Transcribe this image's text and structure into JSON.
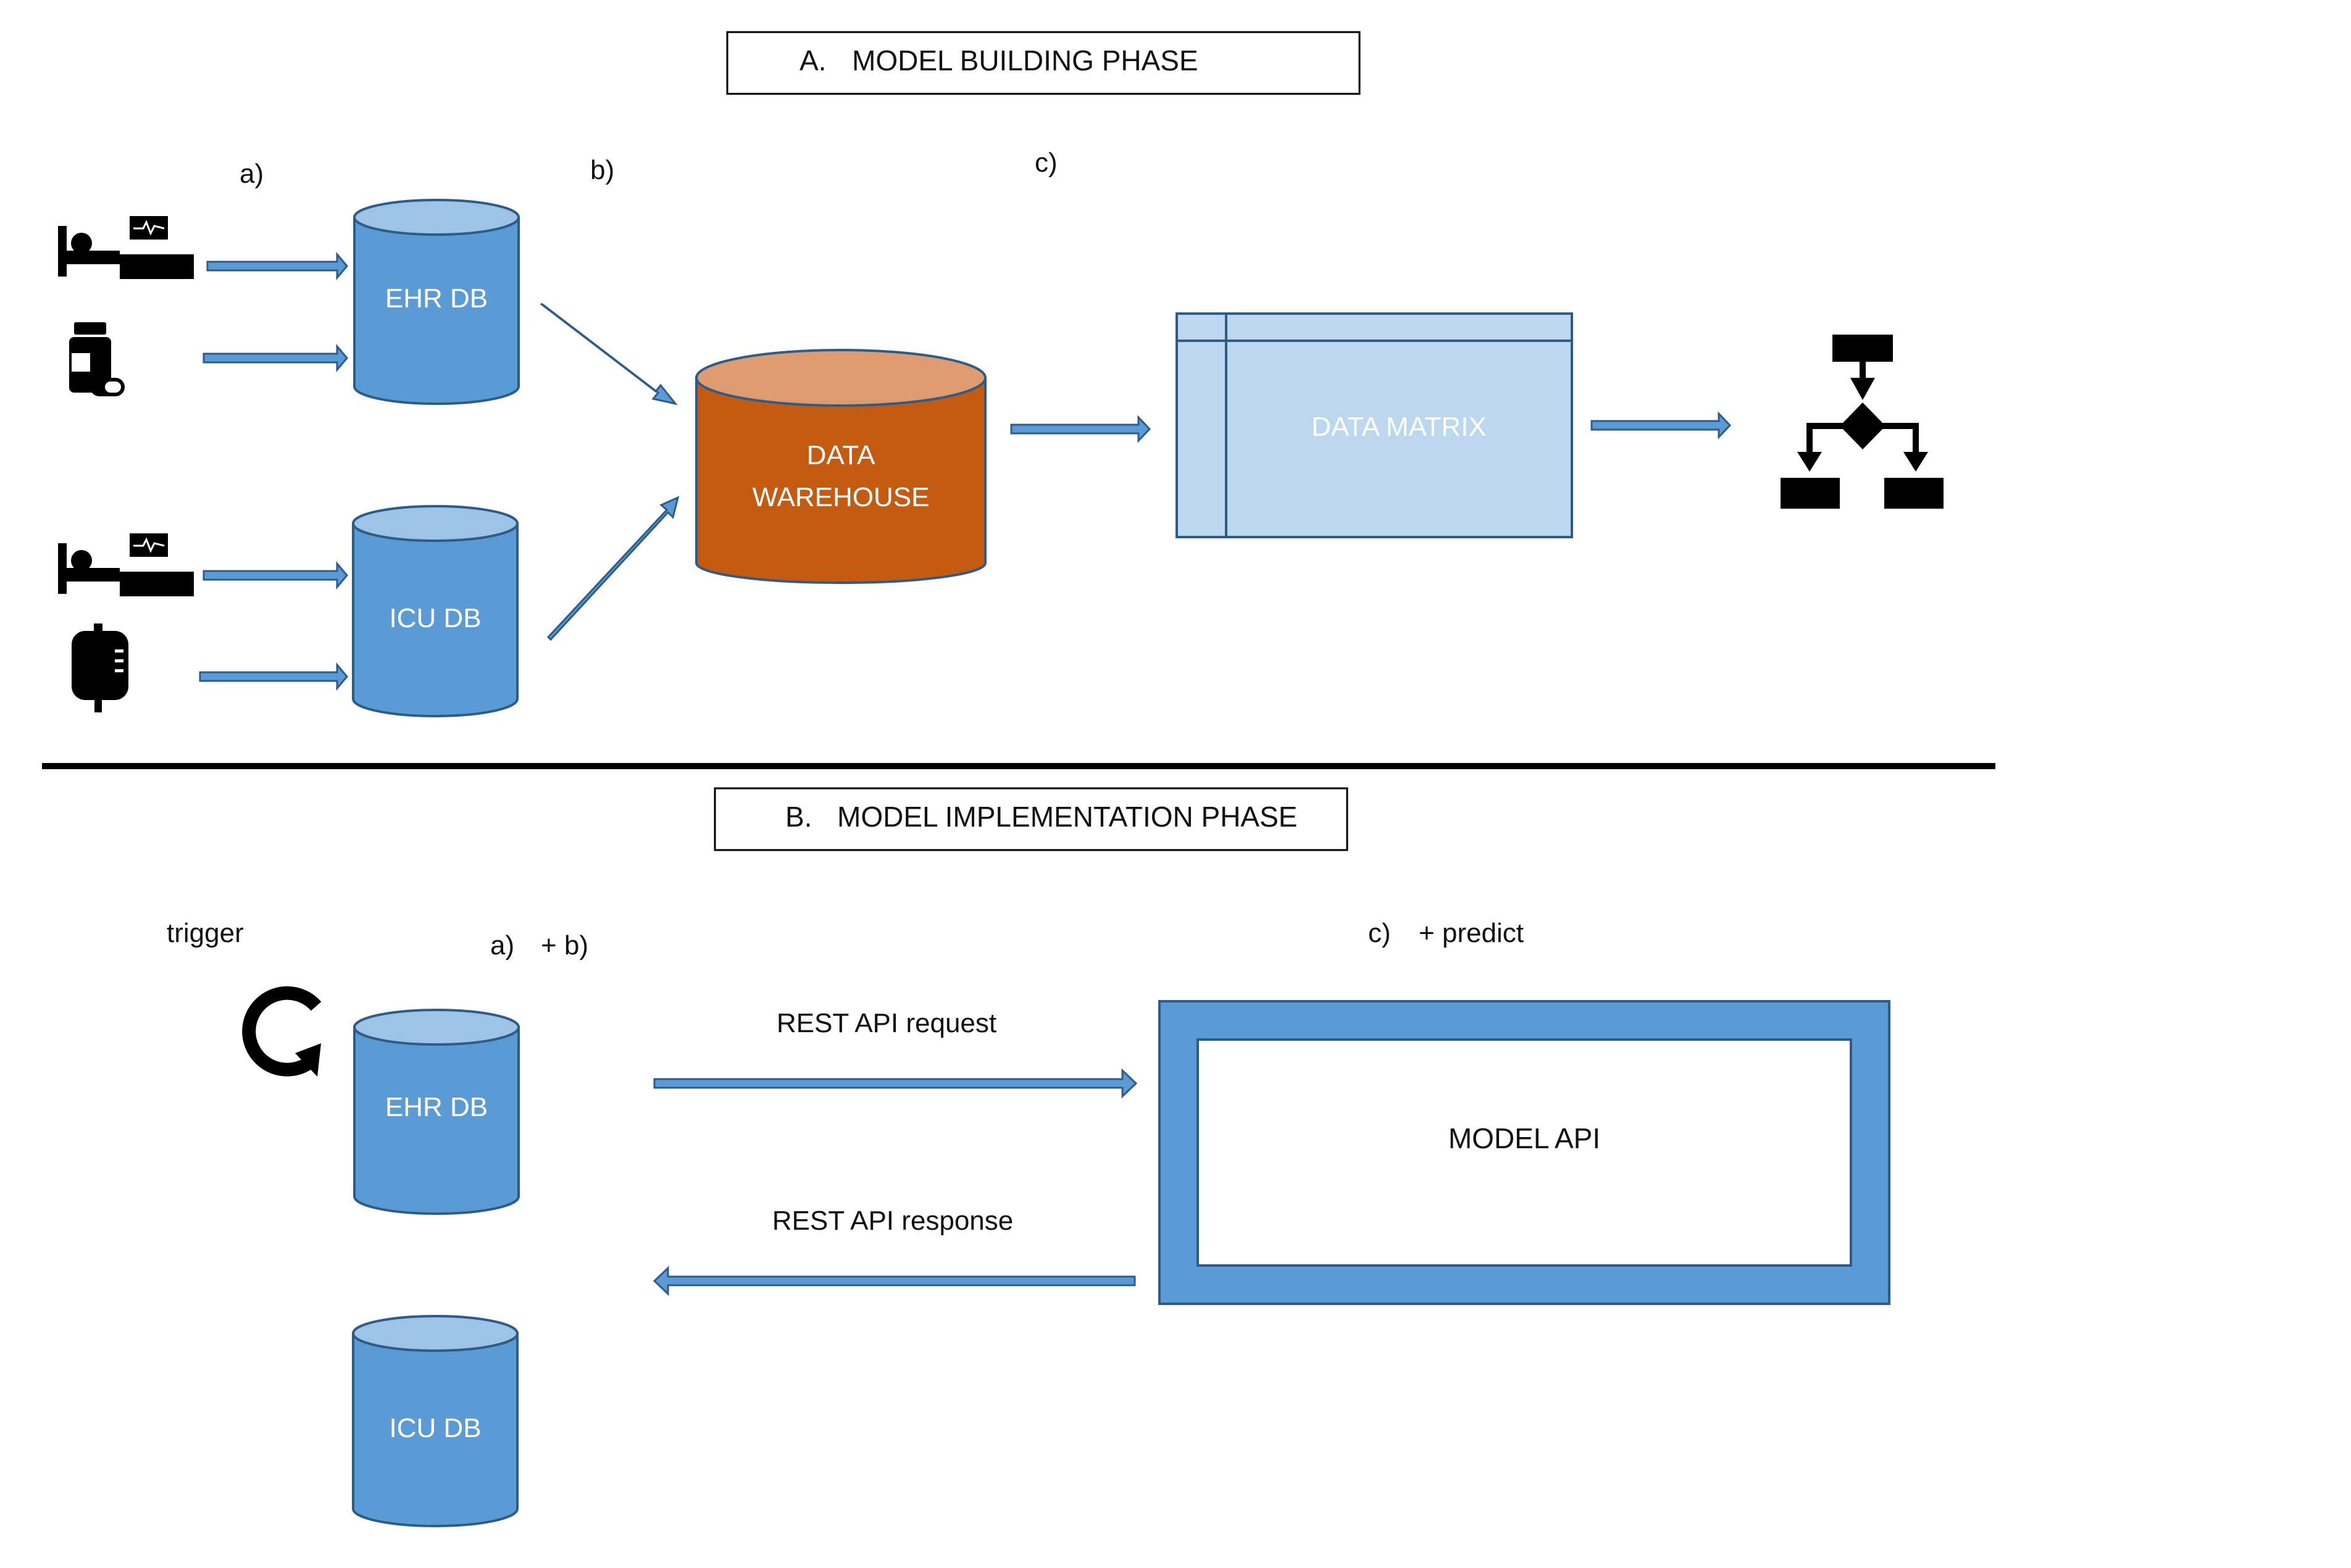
{
  "phase_a": {
    "title_letter": "A.",
    "title": "MODEL BUILDING PHASE",
    "step_a": "a)",
    "step_b": "b)",
    "step_c": "c)",
    "ehr_db": "EHR DB",
    "icu_db": "ICU DB",
    "warehouse_line1": "DATA",
    "warehouse_line2": "WAREHOUSE",
    "data_matrix": "DATA MATRIX"
  },
  "phase_b": {
    "title_letter": "B.",
    "title": "MODEL IMPLEMENTATION PHASE",
    "trigger": "trigger",
    "step_a": "a)",
    "step_b": "+ b)",
    "step_c": "c)",
    "step_predict": "+ predict",
    "ehr_db": "EHR DB",
    "icu_db": "ICU DB",
    "request": "REST API request",
    "response": "REST API response",
    "model_api": "MODEL API"
  },
  "colors": {
    "db_fill": "#5b9bd5",
    "db_top": "#9dc3e6",
    "db_stroke": "#41719c",
    "warehouse_fill": "#c55a11",
    "warehouse_top": "#dd9b6f",
    "matrix_fill": "#bdd7ee",
    "arrow_fill": "#5b9bd5",
    "arrow_stroke": "#2e5c8a"
  },
  "icons": [
    "patient-bed-monitor-icon",
    "medication-pills-icon",
    "iv-bag-icon",
    "decision-tree-icon",
    "refresh-trigger-icon"
  ]
}
